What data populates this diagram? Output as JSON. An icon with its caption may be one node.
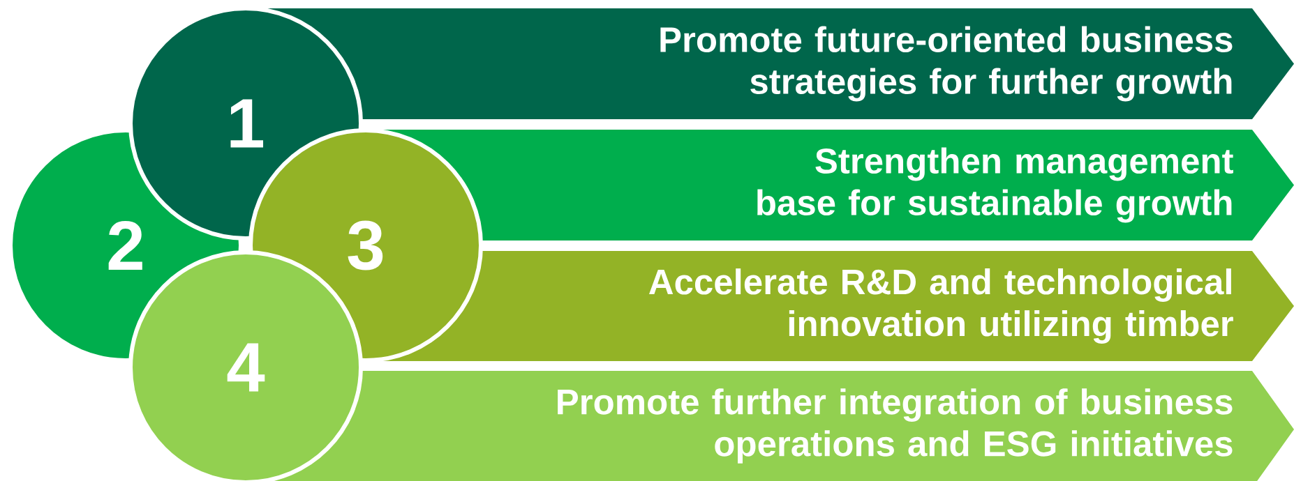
{
  "diagram": {
    "nodes": [
      {
        "text": [
          "1"
        ]
      },
      {
        "text": [
          "2"
        ]
      },
      {
        "text": [
          "3"
        ]
      },
      {
        "text": [
          "4"
        ]
      },
      {
        "text": [
          "Promote future-oriented business strategies for further growth"
        ]
      },
      {
        "text": [
          "Strengthen management base for sustainable growth"
        ]
      },
      {
        "text": [
          "Accelerate R&D and technological innovation utilizing timber"
        ]
      },
      {
        "text": [
          "Promote further integration of business operations and ESG initiatives"
        ]
      }
    ]
  }
}
